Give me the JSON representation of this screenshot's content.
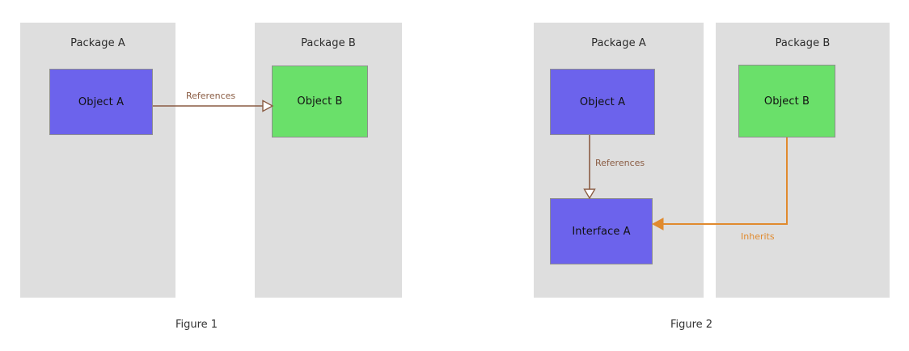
{
  "figures": [
    {
      "caption": "Figure 1",
      "packages": [
        {
          "title": "Package A"
        },
        {
          "title": "Package B"
        }
      ],
      "nodes": [
        {
          "label": "Object A",
          "kind": "class",
          "color": "#6c63ec"
        },
        {
          "label": "Object B",
          "kind": "class",
          "color": "#6ae06a"
        }
      ],
      "edges": [
        {
          "label": "References",
          "from": "Object A",
          "to": "Object B",
          "color": "#8a5c43",
          "arrowhead": "hollow-triangle",
          "style": "solid"
        }
      ]
    },
    {
      "caption": "Figure 2",
      "packages": [
        {
          "title": "Package A"
        },
        {
          "title": "Package B"
        }
      ],
      "nodes": [
        {
          "label": "Object A",
          "kind": "class",
          "color": "#6c63ec"
        },
        {
          "label": "Interface A",
          "kind": "interface",
          "color": "#6c63ec"
        },
        {
          "label": "Object B",
          "kind": "class",
          "color": "#6ae06a"
        }
      ],
      "edges": [
        {
          "label": "References",
          "from": "Object A",
          "to": "Interface A",
          "color": "#8a5c43",
          "arrowhead": "hollow-triangle",
          "style": "solid"
        },
        {
          "label": "Inherits",
          "from": "Object B",
          "to": "Interface A",
          "color": "#e08a2e",
          "arrowhead": "solid-triangle",
          "style": "solid"
        }
      ]
    }
  ],
  "colors": {
    "package_fill": "#dedede",
    "class_fill": "#6c63ec",
    "interface_fill": "#6c63ec",
    "external_fill": "#6ae06a",
    "node_border": "#8f8f8f",
    "references_edge": "#8a5c43",
    "inherits_edge": "#e08a2e",
    "background": "#ffffff",
    "text": "#111111"
  }
}
